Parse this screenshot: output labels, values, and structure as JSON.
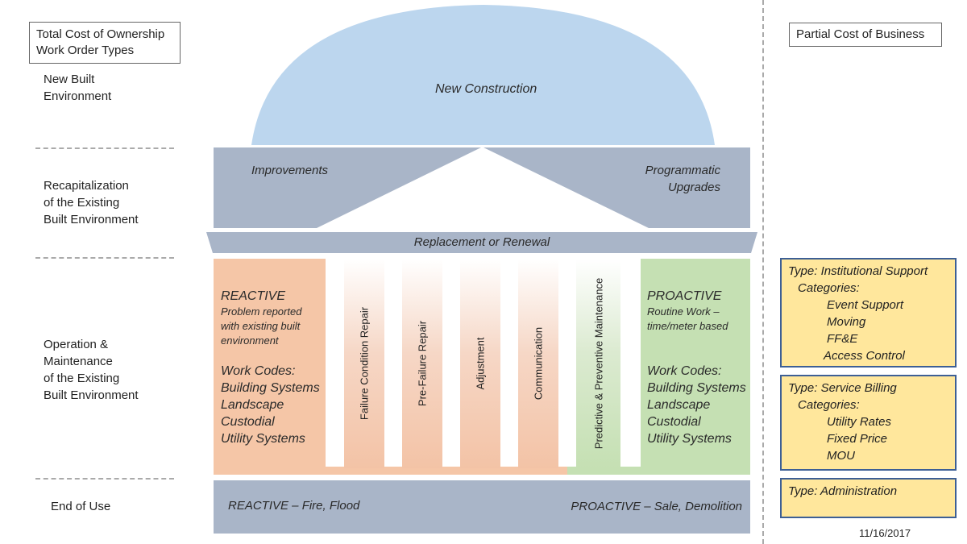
{
  "left_header": {
    "line1": "Total Cost of Ownership",
    "line2": "Work Order Types"
  },
  "right_header": "Partial Cost of Business",
  "rows": {
    "new_built": [
      "New Built",
      "Environment"
    ],
    "recap": [
      "Recapitalization",
      "of the Existing",
      "Built Environment"
    ],
    "om": [
      "Operation &",
      "Maintenance",
      "of the Existing",
      "Built Environment"
    ],
    "end_of_use": "End of Use"
  },
  "dome": {
    "label": "New Construction"
  },
  "recap_band": {
    "left": "Improvements",
    "right": [
      "Programmatic",
      "Upgrades"
    ]
  },
  "replacement": "Replacement or Renewal",
  "reactive": {
    "title": "REACTIVE",
    "desc": [
      "Problem reported",
      "with existing built",
      "environment"
    ],
    "codes_title": "Work Codes:",
    "codes": [
      "Building Systems",
      "Landscape",
      "Custodial",
      "Utility Systems"
    ]
  },
  "proactive": {
    "title": "PROACTIVE",
    "desc": [
      "Routine Work –",
      "time/meter based"
    ],
    "codes_title": "Work Codes:",
    "codes": [
      "Building Systems",
      "Landscape",
      "Custodial",
      "Utility Systems"
    ]
  },
  "pillars": [
    "Failure Condition Repair",
    "Pre-Failure Repair",
    "Adjustment",
    "Communication",
    "Predictive & Preventive Maintenance"
  ],
  "end_band": {
    "left": "REACTIVE – Fire, Flood",
    "right": "PROACTIVE – Sale, Demolition"
  },
  "business": [
    {
      "type": "Type: Institutional Support",
      "cat": "Categories:",
      "items": [
        "Event Support",
        "Moving",
        "FF&E",
        "Access Control"
      ]
    },
    {
      "type": "Type: Service Billing",
      "cat": "Categories:",
      "items": [
        "Utility Rates",
        "Fixed Price",
        "MOU"
      ]
    },
    {
      "type": "Type: Administration"
    }
  ],
  "date": "11/16/2017",
  "colors": {
    "dome": "#bcd6ee",
    "band": "#a9b5c8",
    "reactive": "#f5c6a7",
    "proactive": "#c5e0b3",
    "business_box": "#ffe79c",
    "business_border": "#3d5f95"
  }
}
